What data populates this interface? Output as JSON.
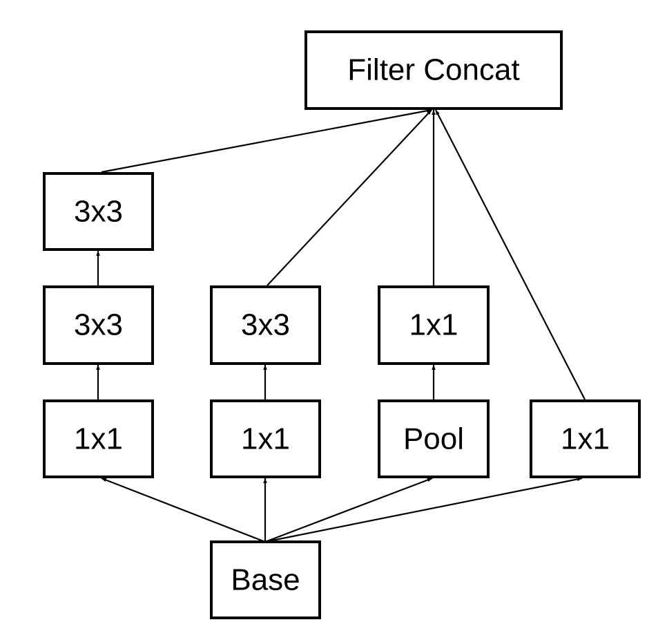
{
  "nodes": {
    "filter_concat": "Filter Concat",
    "col1_top": "3x3",
    "col1_mid": "3x3",
    "col1_bottom": "1x1",
    "col2_mid": "3x3",
    "col2_bottom": "1x1",
    "col3_mid": "1x1",
    "col3_bottom": "Pool",
    "col4_bottom": "1x1",
    "base": "Base"
  },
  "edges": [
    {
      "from": "base",
      "to": "col1_bottom"
    },
    {
      "from": "base",
      "to": "col2_bottom"
    },
    {
      "from": "base",
      "to": "col3_bottom"
    },
    {
      "from": "base",
      "to": "col4_bottom"
    },
    {
      "from": "col1_bottom",
      "to": "col1_mid"
    },
    {
      "from": "col1_mid",
      "to": "col1_top"
    },
    {
      "from": "col2_bottom",
      "to": "col2_mid"
    },
    {
      "from": "col3_bottom",
      "to": "col3_mid"
    },
    {
      "from": "col1_top",
      "to": "filter_concat"
    },
    {
      "from": "col2_mid",
      "to": "filter_concat"
    },
    {
      "from": "col3_mid",
      "to": "filter_concat"
    },
    {
      "from": "col4_bottom",
      "to": "filter_concat"
    }
  ],
  "colors": {
    "stroke": "#000000",
    "background": "#ffffff"
  }
}
